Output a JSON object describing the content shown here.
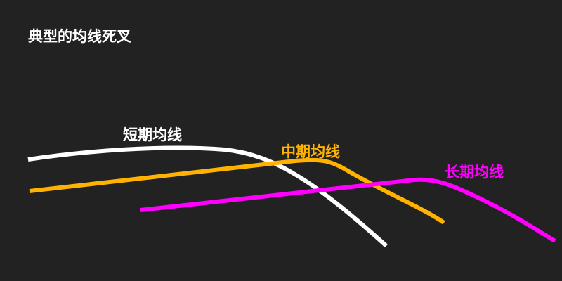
{
  "title": "典型的均线死叉",
  "lines": [
    {
      "label": "短期均线",
      "color": "#ffffff"
    },
    {
      "label": "中期均线",
      "color": "#ffb300"
    },
    {
      "label": "长期均线",
      "color": "#ff00ff"
    }
  ]
}
